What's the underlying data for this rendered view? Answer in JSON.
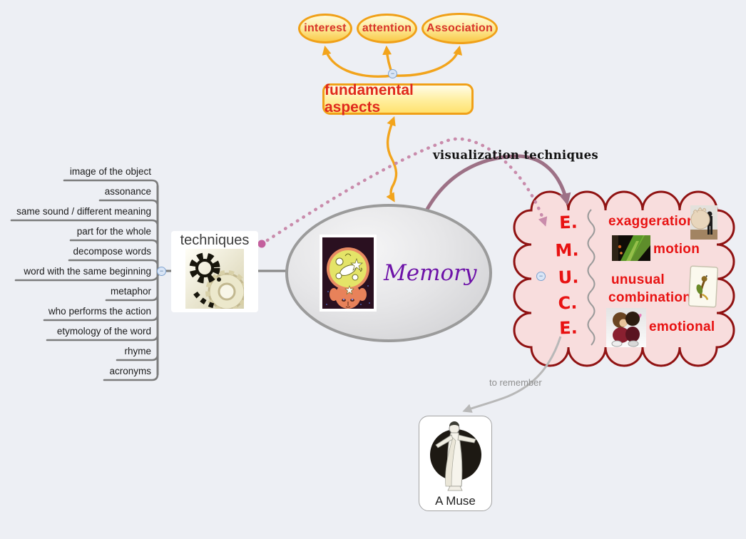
{
  "diagram": {
    "type": "mind map",
    "background_color": "#edeff4",
    "root": {
      "label": "Memory",
      "text_color": "#6d12a8",
      "image": "brain-head-illustration"
    },
    "fundamental": {
      "label": "fundamental aspects",
      "border_color": "#f0a018",
      "text_color": "#e0291d",
      "children": [
        {
          "label": "interest"
        },
        {
          "label": "attention"
        },
        {
          "label": "Association"
        }
      ]
    },
    "techniques": {
      "label": "techniques",
      "image": "gears-photo",
      "items": [
        "image of the object",
        "assonance",
        "same sound / different meaning",
        "part for the whole",
        "decompose words",
        "word with the same beginning",
        "metaphor",
        "who performs the action",
        "etymology of the word",
        "rhyme",
        "acronyms"
      ]
    },
    "visualization": {
      "label": "visualization techniques"
    },
    "cloud": {
      "fill": "#f8dddd",
      "border_color": "#901212",
      "text_color": "#e81212",
      "rows": [
        {
          "letter": "E.",
          "label": "exaggeration",
          "image": "giant-hand-photo"
        },
        {
          "letter": "M.",
          "label": "motion",
          "image": "train-window-photo"
        },
        {
          "letter": "U.",
          "label": "unusual",
          "image": ""
        },
        {
          "letter": "C.",
          "label": "combination",
          "image": "animal-card-drawing"
        },
        {
          "letter": "E.",
          "label": "emotional",
          "image": "cartoon-couple-picture"
        }
      ]
    },
    "muse": {
      "connector_label": "to remember",
      "label": "A Muse",
      "image": "muse-drawing"
    },
    "icons": {
      "collapse_glyph": "−"
    }
  }
}
